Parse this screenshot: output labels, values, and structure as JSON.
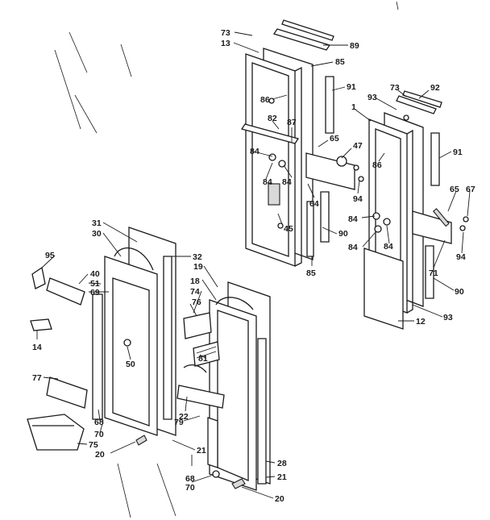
{
  "diagram": {
    "line_color": "#1a1a1a",
    "background": "#ffffff",
    "callouts": {
      "c73a": "73",
      "c13": "13",
      "c89": "89",
      "c85a": "85",
      "c91a": "91",
      "c86a": "86",
      "c82": "82",
      "c87": "87",
      "c65a": "65",
      "c84a": "84",
      "c84b": "84",
      "c84c": "84",
      "c47": "47",
      "c64": "64",
      "c45": "45",
      "c90a": "90",
      "c85b": "85",
      "c94a": "94",
      "c73b": "73",
      "c92": "92",
      "c93a": "93",
      "c1": "1",
      "c86b": "86",
      "c91b": "91",
      "c65b": "65",
      "c67": "67",
      "c84d": "84",
      "c84e": "84",
      "c84f": "84",
      "c94b": "94",
      "c71": "71",
      "c90b": "90",
      "c93b": "93",
      "c12": "12",
      "c31": "31",
      "c30": "30",
      "c95": "95",
      "c40": "40",
      "c51": "51",
      "c69": "69",
      "c32": "32",
      "c19": "19",
      "c18": "18",
      "c74": "74",
      "c76": "76",
      "c14": "14",
      "c50": "50",
      "c81": "81",
      "c77": "77",
      "c22": "22",
      "c79": "79",
      "c68a": "68",
      "c70a": "70",
      "c75": "75",
      "c20a": "20",
      "c21a": "21",
      "c68b": "68",
      "c70b": "70",
      "c28": "28",
      "c21b": "21",
      "c20b": "20"
    }
  }
}
